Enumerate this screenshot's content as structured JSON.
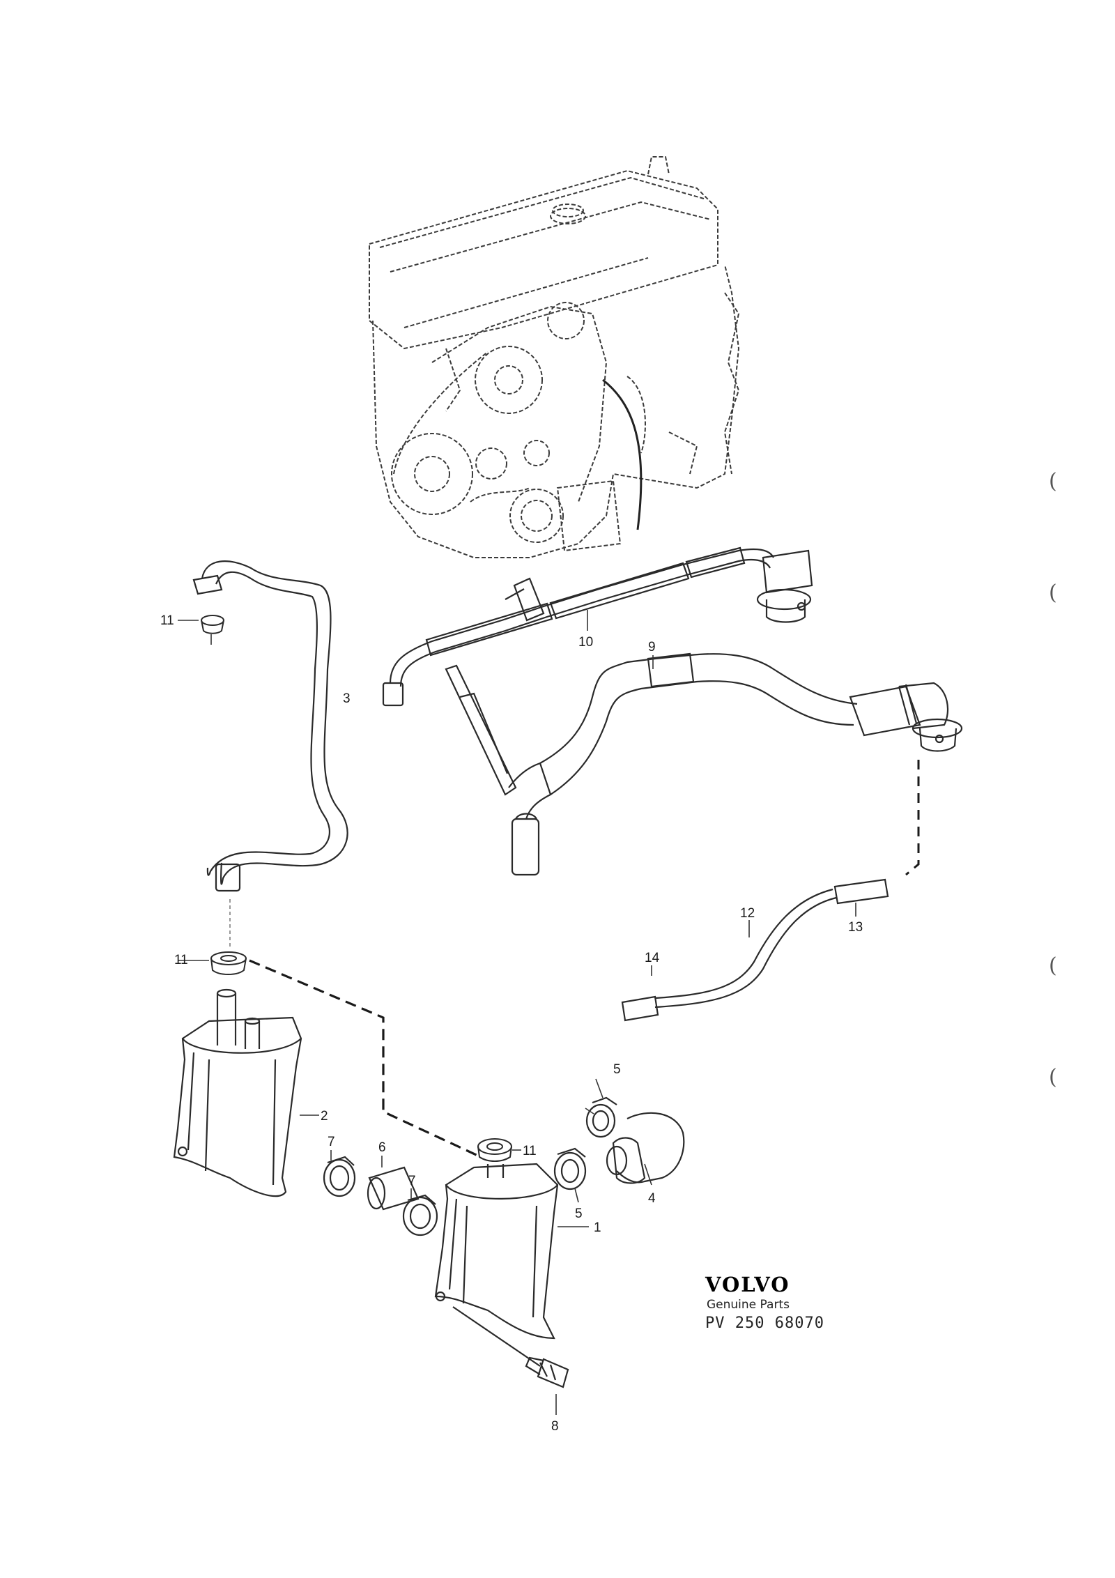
{
  "diagram": {
    "callouts": {
      "c1": "1",
      "c2": "2",
      "c3": "3",
      "c4": "4",
      "c5a": "5",
      "c5b": "5",
      "c6": "6",
      "c7a": "7",
      "c7b": "7",
      "c8": "8",
      "c9": "9",
      "c10": "10",
      "c11a": "11",
      "c11b": "11",
      "c11c": "11",
      "c12": "12",
      "c13": "13",
      "c14": "14"
    },
    "margin_marks": [
      "(",
      "(",
      "(",
      "("
    ]
  },
  "logo": {
    "brand": "VOLVO",
    "subtitle": "Genuine Parts",
    "code": "PV 250 68070"
  },
  "colors": {
    "line": "#2a2a2a",
    "dashed": "#1a1a1a",
    "paper": "#ffffff"
  }
}
